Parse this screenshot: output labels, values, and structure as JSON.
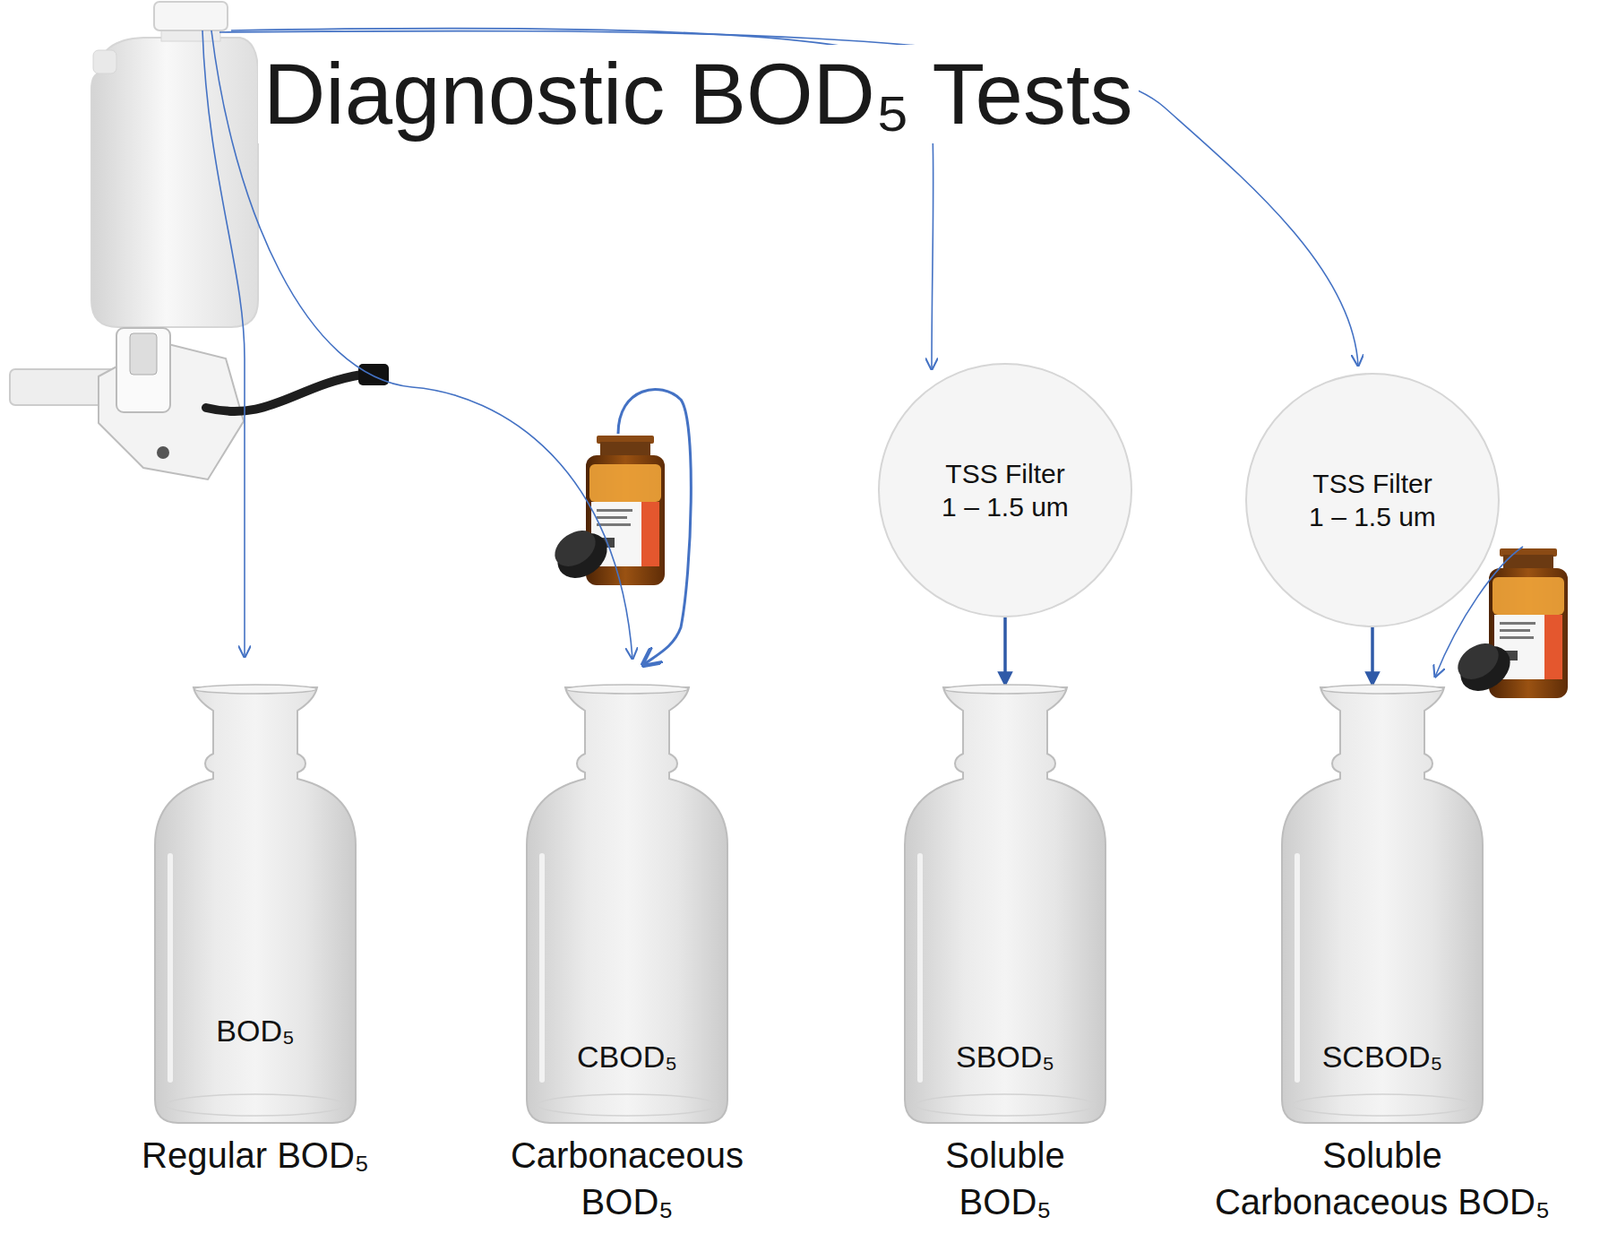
{
  "diagram": {
    "title": "Diagnostic BOD₅ Tests",
    "nodes": [
      {
        "text": [
          "TSS Filter 1 – 1.5 um"
        ]
      },
      {
        "text": [
          "TSS Filter 1 – 1.5 um"
        ]
      },
      {
        "text": [
          "BOD₅",
          "Regular BOD₅"
        ]
      },
      {
        "text": [
          "CBOD₅",
          "Carbonaceous BOD₅"
        ]
      },
      {
        "text": [
          "SBOD₅",
          "Soluble BOD₅"
        ]
      },
      {
        "text": [
          "SCBOD₅",
          "Soluble Carbonaceous BOD₅"
        ]
      }
    ],
    "edges": [
      {
        "from": 0,
        "to": 4,
        "arrow": "to"
      },
      {
        "from": 1,
        "to": 5,
        "arrow": "to"
      }
    ]
  }
}
